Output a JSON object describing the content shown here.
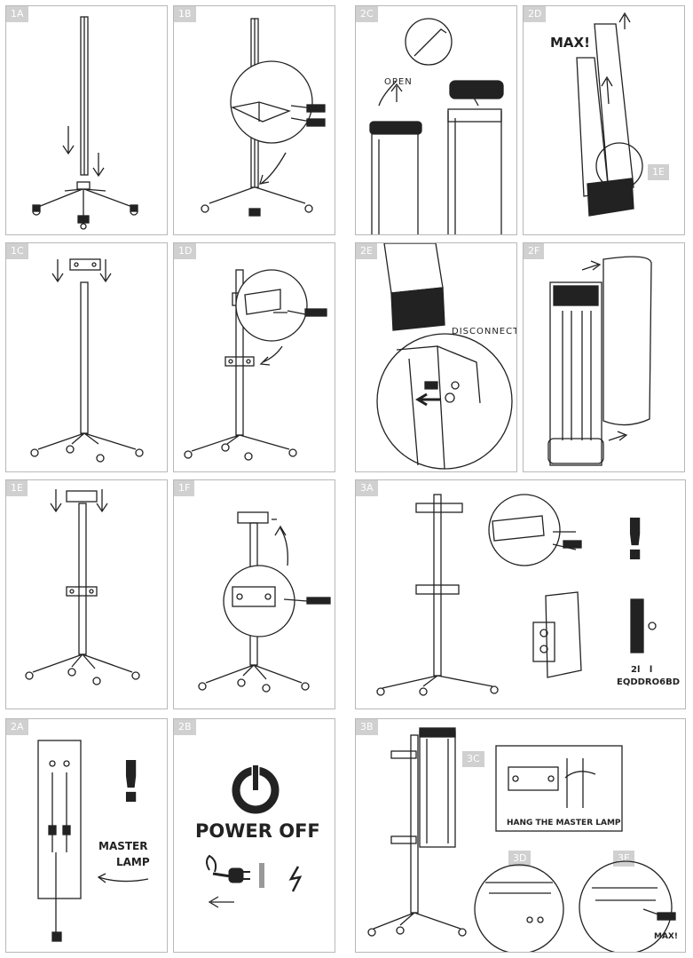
{
  "panels": {
    "p1A": {
      "tag": "1A"
    },
    "p1B": {
      "tag": "1B"
    },
    "p2C": {
      "tag": "2C",
      "open_label": "OPEN"
    },
    "p2D": {
      "tag": "2D",
      "max_label": "MAX!",
      "inset_tag": "1E"
    },
    "p1C": {
      "tag": "1C"
    },
    "p1D": {
      "tag": "1D"
    },
    "p2E": {
      "tag": "2E",
      "disconnect_label": "DISCONNECT"
    },
    "p2F": {
      "tag": "2F"
    },
    "p1E": {
      "tag": "1E"
    },
    "p1F": {
      "tag": "1F"
    },
    "p3A": {
      "tag": "3A",
      "exclaim": "!",
      "code_top": "2l   l",
      "code_bottom": "EQDDRO6BD"
    },
    "p2A": {
      "tag": "2A",
      "exclaim": "!",
      "master_label_line1": "MASTER",
      "master_label_line2": "LAMP"
    },
    "p2B": {
      "tag": "2B",
      "power_off_label": "POWER OFF"
    },
    "p3B": {
      "tag": "3B",
      "tag_3c": "3C",
      "hang_label": "HANG THE MASTER LAMP",
      "tag_3d": "3D",
      "tag_3e": "3E",
      "max_label": "MAX!"
    }
  },
  "colors": {
    "line": "#222222",
    "tag_bg": "#d0d0d0",
    "border": "#b8b8b8"
  }
}
